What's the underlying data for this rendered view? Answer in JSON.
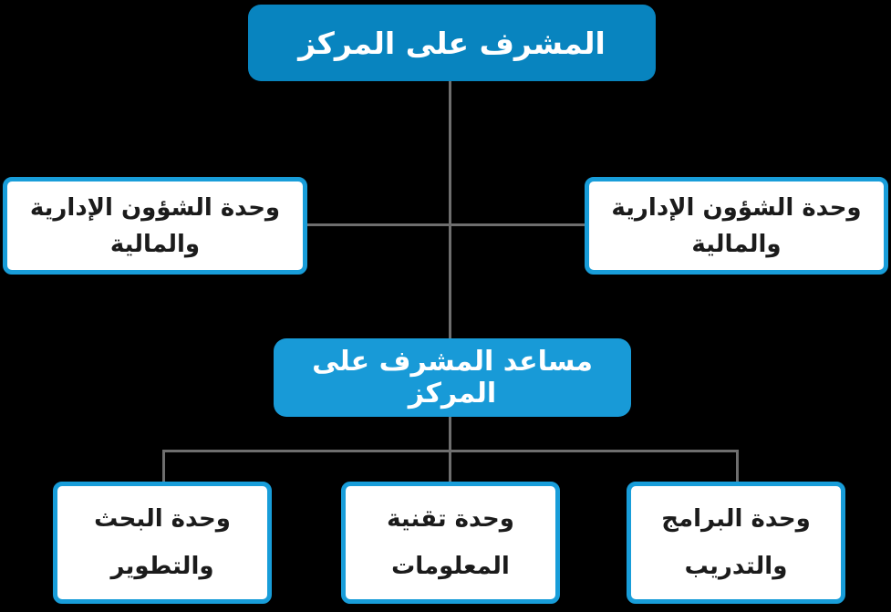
{
  "diagram": {
    "type": "org-chart",
    "colors": {
      "background": "#000000",
      "supervisor_fill": "#0884bf",
      "assistant_fill": "#189ad7",
      "unit_border": "#189dd9",
      "unit_fill": "#ffffff",
      "connector": "#6e6e6e",
      "dark_text": "#1b1b1b",
      "light_text": "#ffffff"
    },
    "nodes": {
      "supervisor": {
        "label": "المشرف على المركز"
      },
      "assistant": {
        "label": "مساعد المشرف على المركز"
      },
      "admin_finance_left": {
        "line1": "وحدة الشؤون الإدارية",
        "line2": "والمالية"
      },
      "admin_finance_right": {
        "line1": "وحدة الشؤون الإدارية",
        "line2": "والمالية"
      },
      "research_dev": {
        "line1": "وحدة البحث",
        "line2": "والتطوير"
      },
      "information_tech": {
        "line1": "وحدة تقنية",
        "line2": "المعلومات"
      },
      "programs_training": {
        "line1": "وحدة البرامج",
        "line2": "والتدريب"
      }
    }
  }
}
